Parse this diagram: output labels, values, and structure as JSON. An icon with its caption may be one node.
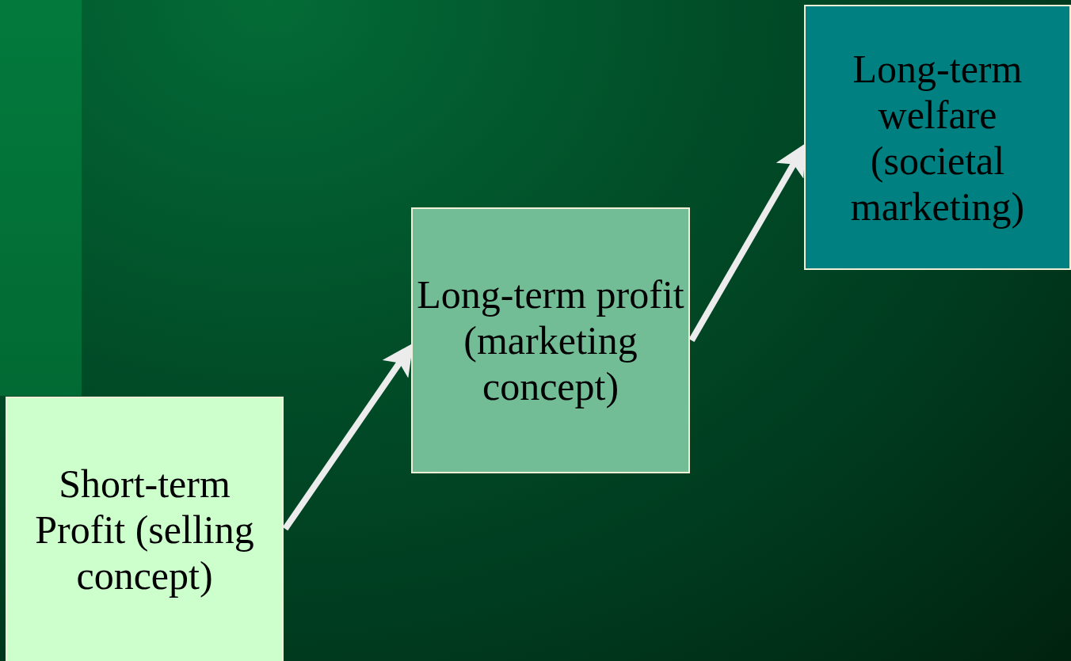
{
  "diagram": {
    "nodes": [
      {
        "text": [
          "Short-term Profit (selling concept)"
        ]
      },
      {
        "text": [
          "Long-term profit (marketing concept)"
        ]
      },
      {
        "text": [
          "Long-term welfare (societal marketing)"
        ]
      }
    ],
    "edges": [
      {
        "from": 0,
        "to": 1,
        "arrow": "to"
      },
      {
        "from": 1,
        "to": 2,
        "arrow": "to"
      }
    ]
  }
}
